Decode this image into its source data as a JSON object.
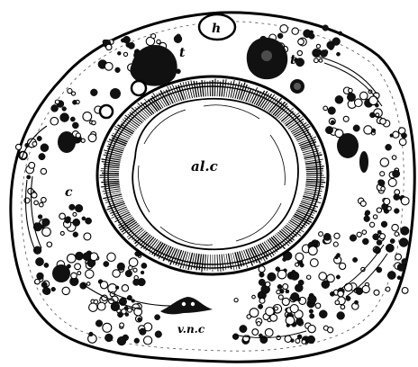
{
  "labels": {
    "lumen": "al.c",
    "h": "h",
    "t_left": "t",
    "t_right": "t",
    "c": "c",
    "vnc": "v.n.c"
  }
}
